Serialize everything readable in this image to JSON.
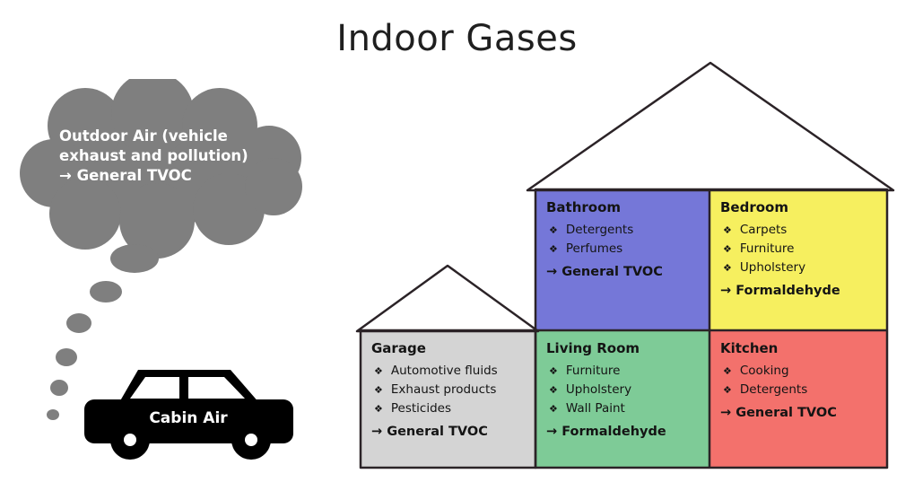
{
  "title": "Indoor Gases",
  "cloud": {
    "line1": "Outdoor Air (vehicle exhaust and pollution)",
    "line2": "→ General TVOC"
  },
  "car": {
    "label": "Cabin Air"
  },
  "house": {
    "bullet": "❖",
    "rooms": [
      {
        "name": "Bathroom",
        "items": [
          "Detergents",
          "Perfumes"
        ],
        "result": "→ General TVOC",
        "color": "#7577d8"
      },
      {
        "name": "Bedroom",
        "items": [
          "Carpets",
          "Furniture",
          "Upholstery"
        ],
        "result": "→ Formaldehyde",
        "color": "#f6ef5f"
      },
      {
        "name": "Garage",
        "items": [
          "Automotive fluids",
          "Exhaust products",
          "Pesticides"
        ],
        "result": "→ General TVOC",
        "color": "#d4d4d4"
      },
      {
        "name": "Living Room",
        "items": [
          "Furniture",
          "Upholstery",
          "Wall Paint"
        ],
        "result": "→ Formaldehyde",
        "color": "#7ecb97"
      },
      {
        "name": "Kitchen",
        "items": [
          "Cooking",
          "Detergents"
        ],
        "result": "→ General TVOC",
        "color": "#f3716c"
      }
    ]
  },
  "colors": {
    "cloud": "#7f7f7f",
    "car": "#000000",
    "outline": "#2b2327"
  }
}
